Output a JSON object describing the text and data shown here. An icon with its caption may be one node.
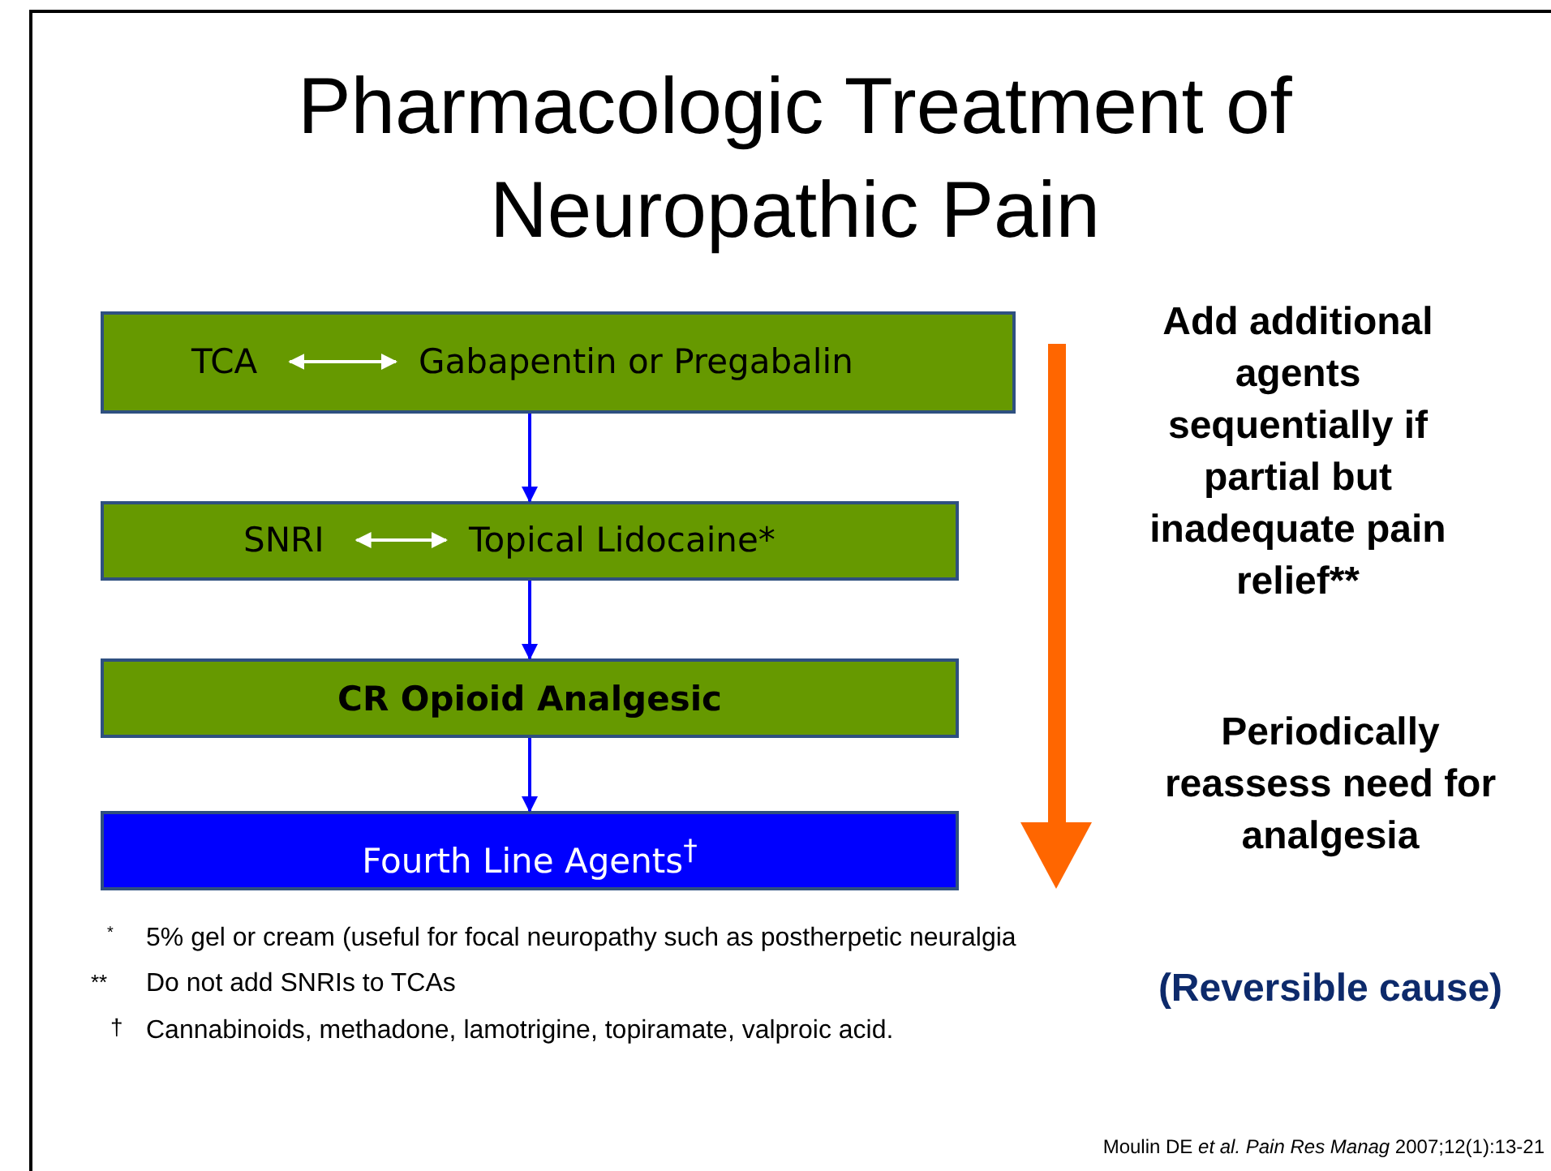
{
  "diagram": {
    "title": "Pharmacologic Treatment of Neuropathic Pain",
    "nodes": [
      {
        "text": [],
        "shape": "box"
      },
      {
        "text": [
          "TCA"
        ],
        "in": 0
      },
      {
        "text": [
          "Gabapentin or Pregabalin"
        ],
        "in": 0
      },
      {
        "text": [],
        "shape": "box"
      },
      {
        "text": [
          "SNRI"
        ],
        "in": 3
      },
      {
        "text": [
          "Topical Lidocaine*"
        ],
        "in": 3
      },
      {
        "text": [
          "CR Opioid Analgesic"
        ]
      },
      {
        "text": [
          "Fourth Line Agents$^{†}$"
        ]
      }
    ],
    "edges": [
      {
        "from": 1,
        "to": 2,
        "arrow": "both",
        "color": "#ffffff"
      },
      {
        "from": 4,
        "to": 5,
        "arrow": "both",
        "color": "#ffffff"
      },
      {
        "from": 0,
        "to": 3,
        "arrow": "to"
      },
      {
        "from": 3,
        "to": 6,
        "arrow": "to"
      },
      {
        "from": 6,
        "to": 7,
        "arrow": "to"
      }
    ],
    "labels": [
      "Add additional agents sequentially if partial but inadequate pain relief**",
      "Periodically reassess need for analgesia",
      "*",
      "5% gel or cream (useful for focal neuropathy such as postherpetic neuralgia",
      "**",
      "Do not add SNRIs to TCAs",
      "(Reversible cause)",
      "†",
      "Cannabinoids, methadone, lamotrigine, topiramate, valproic acid.",
      "Moulin DE *et al.* *Pain Res Manag* 2007;12(1):13-21"
    ]
  }
}
